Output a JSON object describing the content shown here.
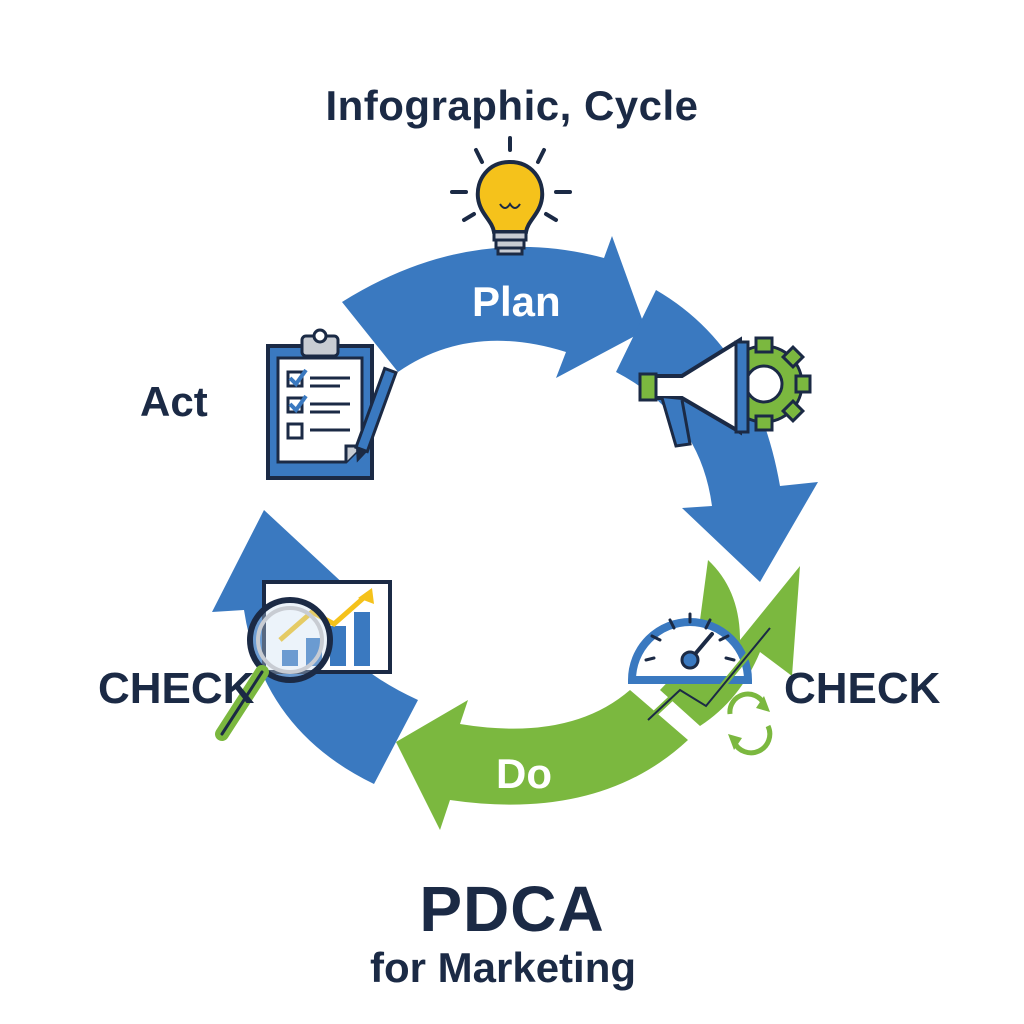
{
  "header": {
    "title": "Infographic, Cycle"
  },
  "cycle": {
    "stages": [
      {
        "label": "Plan",
        "icon": "lightbulb-icon"
      },
      {
        "label": "CHECK",
        "icon": "megaphone-gear-icon"
      },
      {
        "label": "Do",
        "icon": "speedometer-icon"
      },
      {
        "label": "CHECK",
        "icon": "chart-magnifier-icon"
      },
      {
        "label": "Act",
        "icon": "clipboard-checklist-icon"
      }
    ]
  },
  "footer": {
    "main": "PDCA",
    "sub": "for Marketing"
  },
  "colors": {
    "blue": "#3a79c0",
    "green": "#7bb83f",
    "navy": "#1b2a45",
    "yellow": "#f5c21b"
  }
}
